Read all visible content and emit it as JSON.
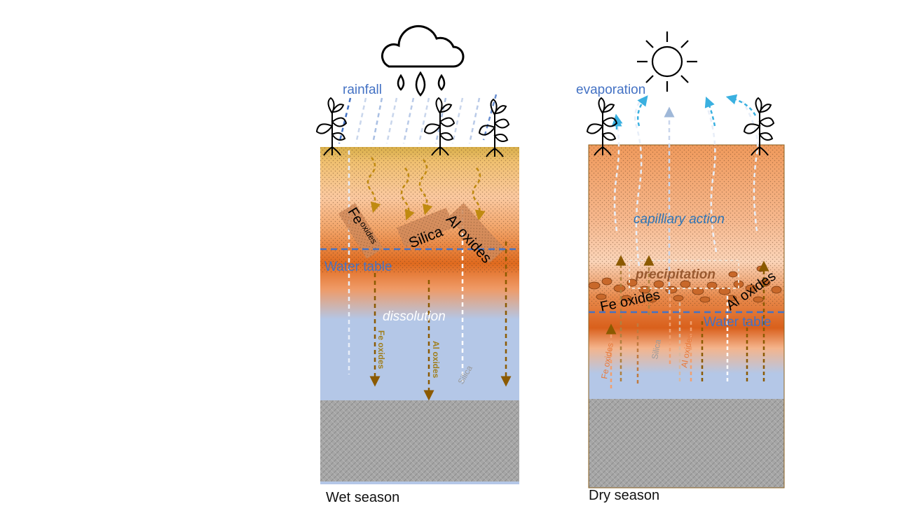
{
  "wet": {
    "caption": "Wet season",
    "rainfall": "rainfall",
    "fe_label": "Fe",
    "fe_sub": "oxides",
    "silica": "Silica",
    "al": "Al oxides",
    "water_table": "Water table",
    "dissolution": "dissolution",
    "fe_small": "Fe oxides",
    "al_small": "Al oxides",
    "silica_small": "Silica"
  },
  "dry": {
    "caption": "Dry season",
    "evaporation": "evaporation",
    "capillary": "capilliary action",
    "precipitation": "precipitation",
    "fe": "Fe oxides",
    "al": "Al oxides",
    "water_table": "Water table",
    "fe_small": "Fe oxides",
    "silica_small": "Silica",
    "al_small": "Al oxides"
  },
  "colors": {
    "blue_text": "#4472c4",
    "water": "#b4c7e7",
    "bedrock": "#a6a6a6",
    "laterite": "#e8793a",
    "arrow_brown": "#8b5a00"
  },
  "icons": [
    "rain-cloud-icon",
    "sun-icon",
    "plant-icon"
  ]
}
